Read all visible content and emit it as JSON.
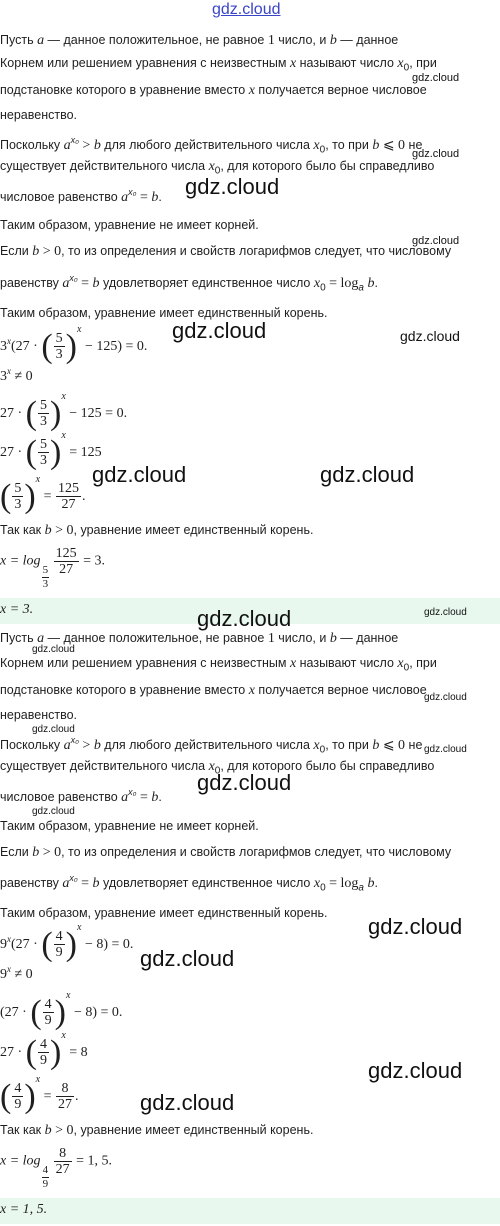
{
  "watermark": "gdz.cloud",
  "s1": {
    "p1a": "Пусть ",
    "p1_a": "a",
    "p1b": " — данное положительное, не равное ",
    "p1_one": "1",
    "p1c": " число, и ",
    "p1_b": "b",
    "p1d": " — данное",
    "p2a": "Корнем или решением уравнения с неизвестным ",
    "p2_x": "x",
    "p2b": " называют число ",
    "p2_x0": "x",
    "p2_0": "0",
    "p2c": ", при",
    "p3a": "подстановке которого в уравнение вместо ",
    "p3_x": "x",
    "p3b": " получается верное числовое",
    "p4": "неравенство.",
    "p5a": "Поскольку ",
    "p5_a": "a",
    "p5_exp": "x₀",
    "p5_gt": "  >  ",
    "p5_b": "b",
    "p5b": " для любого действительного числа ",
    "p5_x0": "x",
    "p5_0": "0",
    "p5c": ", то при ",
    "p5_b2": "b",
    "p5_le": " ⩽ 0",
    "p5d": " не",
    "p6a": "существует действительного числа ",
    "p6_x0": "x",
    "p6_0": "0",
    "p6b": ", для которого было бы справедливо",
    "p7a": "числовое равенство ",
    "p7_a": "a",
    "p7_exp": "x₀",
    "p7_eq": " = ",
    "p7_b": "b",
    "p7_dot": ".",
    "p8": "Таким образом, уравнение не имеет корней.",
    "p9a": "Если ",
    "p9_b": "b",
    "p9_gt": "  >  0",
    "p9b": ", то из определения и свойств логарифмов следует, что числовому",
    "p10a": "равенству ",
    "p10_a": "a",
    "p10_exp": "x₀",
    "p10_eq": " = ",
    "p10_b": "b",
    "p10b": " удовлетворяет единственное число ",
    "p10_x0": "x",
    "p10_0": "0",
    "p10_eq2": " = log",
    "p10_sub": "a",
    "p10_bb": " b",
    "p10_dot": ".",
    "p11": "Таким образом, уравнение имеет единственный корень.",
    "e1a": "3",
    "e1x": "x",
    "e1b": "(27 · ",
    "e1num": "5",
    "e1den": "3",
    "e1c": " − 125) = 0.",
    "e2": "3",
    "e2x": "x",
    "e2b": " ≠ 0",
    "e3a": "27 · ",
    "e3num": "5",
    "e3den": "3",
    "e3b": " − 125 = 0.",
    "e4a": "27 · ",
    "e4num": "5",
    "e4den": "3",
    "e4b": " = 125",
    "e5num": "5",
    "e5den": "3",
    "e5eq": " = ",
    "e5rnum": "125",
    "e5rden": "27",
    "e5dot": ".",
    "p12a": "Так как ",
    "p12_b": "b",
    "p12_gt": "  >  0",
    "p12b": ", уравнение имеет единственный корень.",
    "e6a": "x = log",
    "e6snum": "5",
    "e6sden": "3",
    "e6num": "125",
    "e6den": "27",
    "e6b": " = 3.",
    "ans": "x = 3."
  },
  "s2": {
    "e1a": "9",
    "e1x": "x",
    "e1b": "(27 · ",
    "e1num": "4",
    "e1den": "9",
    "e1c": " − 8) = 0.",
    "e2": "9",
    "e2x": "x",
    "e2b": " ≠ 0",
    "e3a": "(27 · ",
    "e3num": "4",
    "e3den": "9",
    "e3b": " − 8) = 0.",
    "e4a": "27 · ",
    "e4num": "4",
    "e4den": "9",
    "e4b": " = 8",
    "e5num": "4",
    "e5den": "9",
    "e5eq": " = ",
    "e5rnum": "8",
    "e5rden": "27",
    "e5dot": ".",
    "e6a": "x = log",
    "e6snum": "4",
    "e6sden": "9",
    "e6num": "8",
    "e6den": "27",
    "e6b": " = 1, 5.",
    "ans": "x = 1, 5."
  }
}
